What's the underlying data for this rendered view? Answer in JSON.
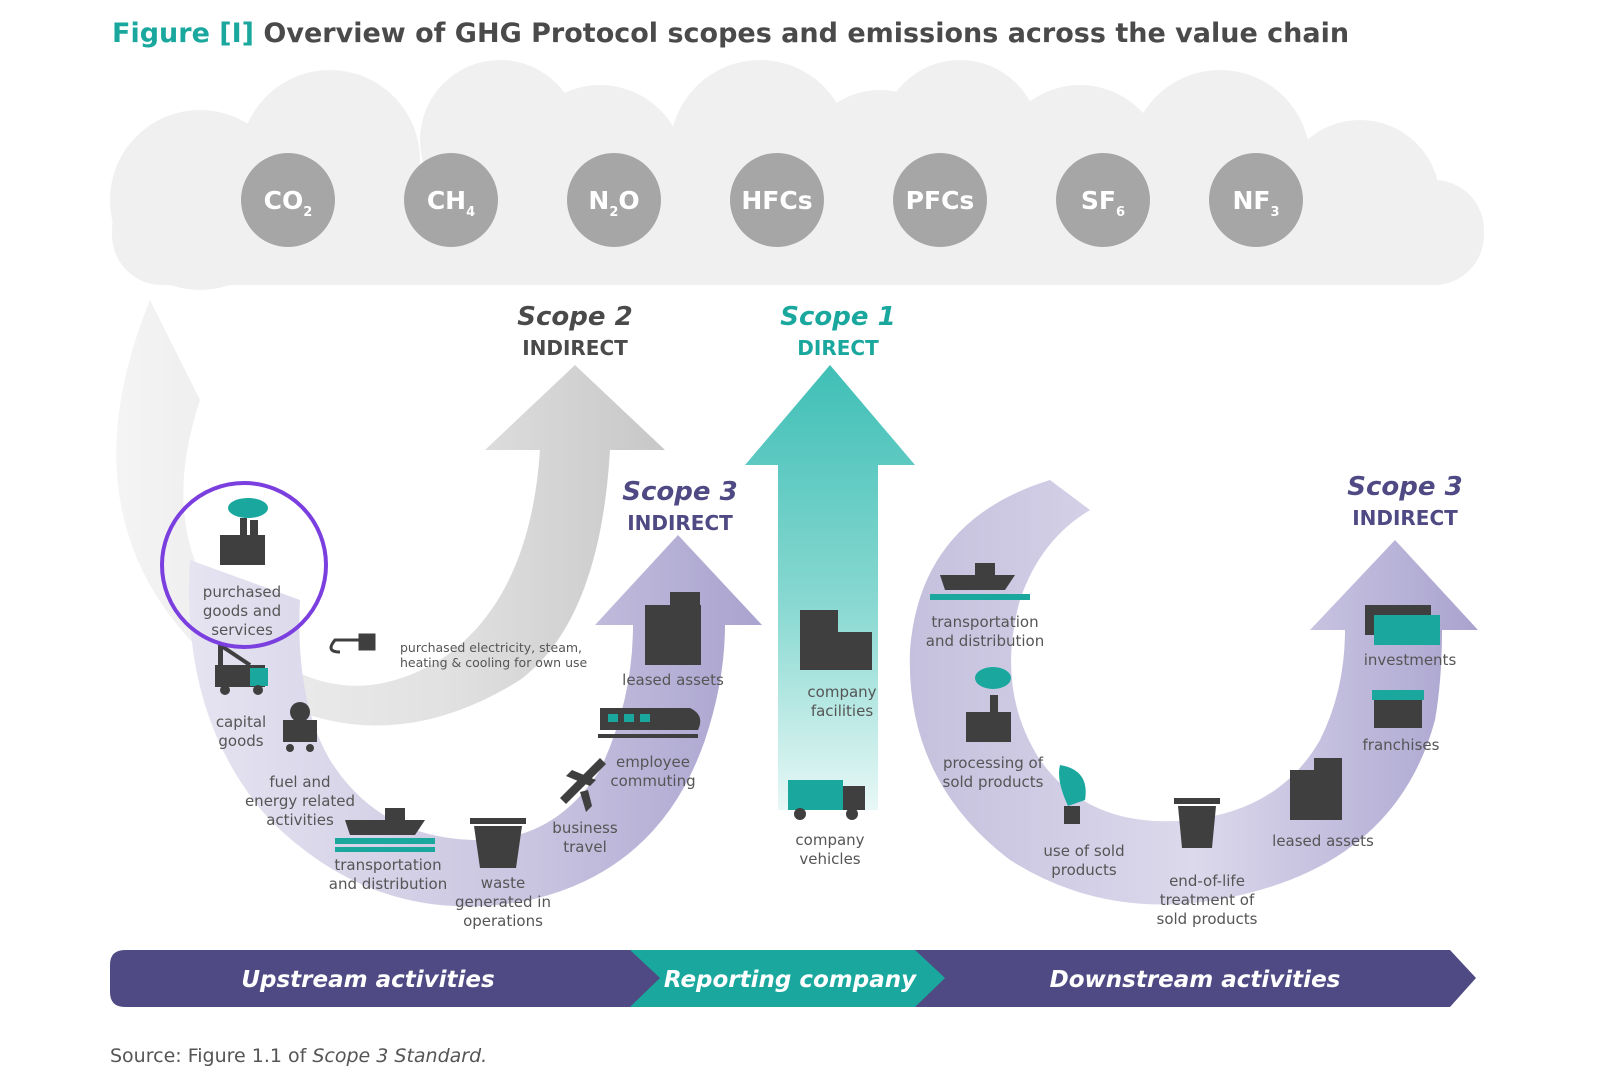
{
  "title": {
    "figure": "Figure [I]",
    "text": "Overview of GHG Protocol scopes and emissions across the value chain"
  },
  "gases": [
    {
      "main": "CO",
      "sub": "2"
    },
    {
      "main": "CH",
      "sub": "4"
    },
    {
      "main": "N",
      "sub": "2",
      "tail": "O"
    },
    {
      "main": "HFCs",
      "sub": ""
    },
    {
      "main": "PFCs",
      "sub": ""
    },
    {
      "main": "SF",
      "sub": "6"
    },
    {
      "main": "NF",
      "sub": "3"
    }
  ],
  "scopes": {
    "scope2": {
      "name": "Scope 2",
      "type": "INDIRECT"
    },
    "scope1": {
      "name": "Scope 1",
      "type": "DIRECT"
    },
    "scope3_up": {
      "name": "Scope 3",
      "type": "INDIRECT"
    },
    "scope3_down": {
      "name": "Scope 3",
      "type": "INDIRECT"
    }
  },
  "upstream": {
    "purchased_goods": [
      "purchased",
      "goods and",
      "services"
    ],
    "capital_goods": [
      "capital",
      "goods"
    ],
    "fuel_energy": [
      "fuel and",
      "energy related",
      "activities"
    ],
    "transport": [
      "transportation",
      "and distribution"
    ],
    "waste": [
      "waste",
      "generated in",
      "operations"
    ],
    "business_travel": [
      "business",
      "travel"
    ],
    "commuting": [
      "employee",
      "commuting"
    ],
    "leased_assets": "leased assets",
    "electricity": [
      "purchased electricity, steam,",
      "heating & cooling for own use"
    ]
  },
  "company": {
    "facilities": [
      "company",
      "facilities"
    ],
    "vehicles": [
      "company",
      "vehicles"
    ]
  },
  "downstream": {
    "transport": [
      "transportation",
      "and distribution"
    ],
    "processing": [
      "processing of",
      "sold products"
    ],
    "use": [
      "use of sold",
      "products"
    ],
    "end_of_life": [
      "end-of-life",
      "treatment of",
      "sold products"
    ],
    "leased_assets": "leased assets",
    "franchises": "franchises",
    "investments": "investments"
  },
  "band": {
    "upstream": "Upstream activities",
    "company": "Reporting company",
    "downstream": "Downstream activities"
  },
  "source": {
    "prefix": "Source: Figure 1.1 of ",
    "doc": "Scope 3 Standard."
  },
  "colors": {
    "teal": "#1aa89e",
    "purple": "#4f4a84",
    "grey": "#c8c8c8",
    "icon": "#3f3f3f",
    "highlight": "#7b3fe0"
  }
}
